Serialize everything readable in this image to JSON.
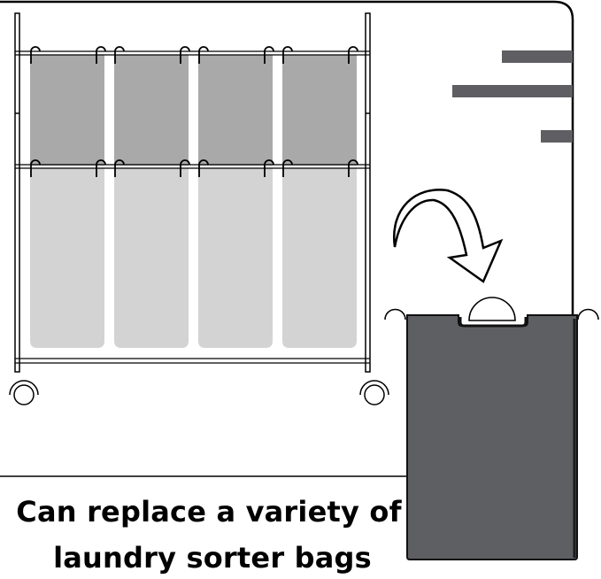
{
  "illustration": {
    "subject": "laundry-sorter-cart",
    "bag_count": 4,
    "colors": {
      "frame_stroke": "#000000",
      "bag_upper": "#a9a9a9",
      "bag_lower": "#d3d3d3",
      "replacement_bag": "#5e5f63",
      "accent_bars": "#5f5f63",
      "background": "#ffffff"
    },
    "icons": {
      "arrow": "curved-arrow-down",
      "wheel": "caster-wheel",
      "hook": "s-hook"
    }
  },
  "caption": {
    "line1": "Can replace a variety of",
    "line2": "laundry sorter bags"
  }
}
